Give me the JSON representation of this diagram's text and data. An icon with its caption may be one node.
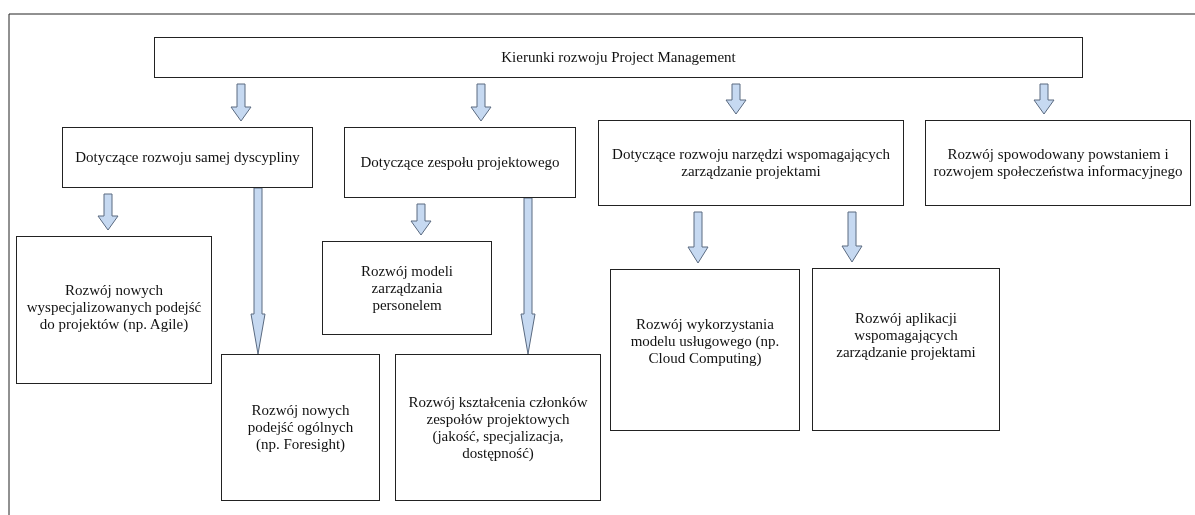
{
  "diagram": {
    "nodes": [
      {
        "text": [
          "Kierunki rozwoju Project Management"
        ]
      },
      {
        "text": [
          "Dotyczące rozwoju samej dyscypliny"
        ]
      },
      {
        "text": [
          "Dotyczące zespołu projektowego"
        ]
      },
      {
        "text": [
          "Dotyczące rozwoju narzędzi wspomagających zarządzanie projektami"
        ]
      },
      {
        "text": [
          "Rozwój spowodowany powstaniem i rozwojem społeczeństwa informacyjnego"
        ]
      },
      {
        "text": [
          "Rozwój nowych wyspecjalizowanych podejść do projektów (np. Agile)"
        ]
      },
      {
        "text": [
          "Rozwój nowych podejść ogólnych (np. Foresight)"
        ]
      },
      {
        "text": [
          "Rozwój modeli zarządzania personelem"
        ]
      },
      {
        "text": [
          "Rozwój kształcenia członków zespołów projektowych (jakość, specjalizacja, dostępność)"
        ]
      },
      {
        "text": [
          "Rozwój wykorzystania modelu usługowego (np. Cloud Computing)"
        ]
      },
      {
        "text": [
          "Rozwój aplikacji wspomagających zarządzanie projektami"
        ]
      }
    ],
    "edges": [
      {
        "from": 0,
        "to": 1,
        "arrow": "to"
      },
      {
        "from": 0,
        "to": 2,
        "arrow": "to"
      },
      {
        "from": 0,
        "to": 3,
        "arrow": "to"
      },
      {
        "from": 0,
        "to": 4,
        "arrow": "to"
      },
      {
        "from": 1,
        "to": 5,
        "arrow": "to"
      },
      {
        "from": 1,
        "to": 6,
        "arrow": "to"
      },
      {
        "from": 2,
        "to": 7,
        "arrow": "to"
      },
      {
        "from": 2,
        "to": 8,
        "arrow": "to"
      },
      {
        "from": 3,
        "to": 9,
        "arrow": "to"
      },
      {
        "from": 3,
        "to": 10,
        "arrow": "to"
      }
    ]
  }
}
